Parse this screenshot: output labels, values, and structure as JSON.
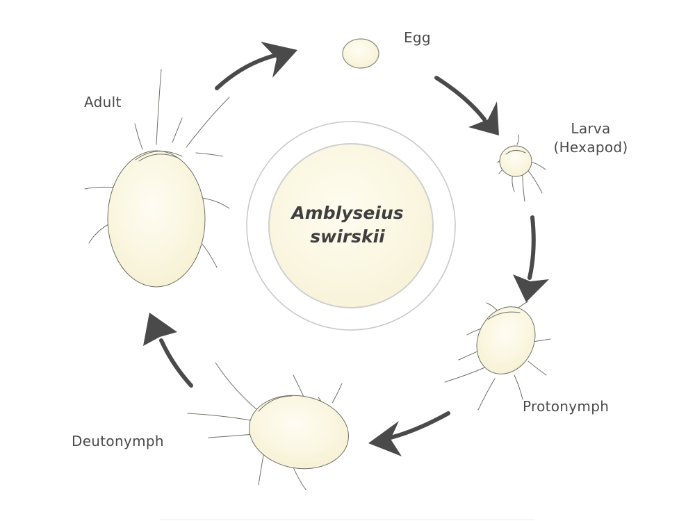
{
  "diagram": {
    "species_line1": "Amblyseius",
    "species_line2": "swirskii",
    "stages": {
      "egg": "Egg",
      "larva_line1": "Larva",
      "larva_line2": "(Hexapod)",
      "protonymph": "Protonymph",
      "deutonymph": "Deutonymph",
      "adult": "Adult"
    },
    "colors": {
      "arrow": "#4a4a4a",
      "body_fill": "#fbf8e4",
      "outline": "#6e6e66",
      "ring": "#cfcfcf",
      "text": "#4a4a4a"
    }
  }
}
